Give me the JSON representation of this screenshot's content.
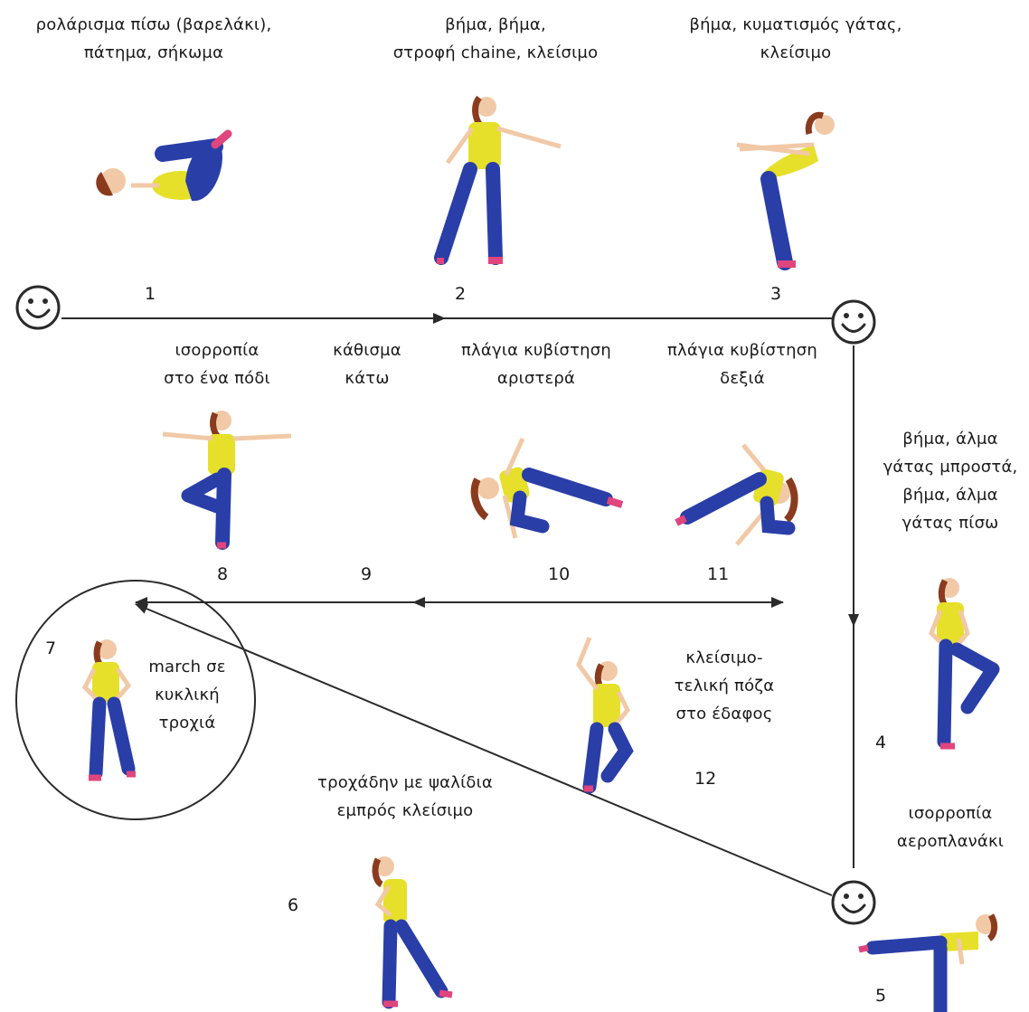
{
  "steps": [
    {
      "number": "1",
      "lines": [
        "ρολάρισμα πίσω (βαρελάκι),",
        "πάτημα, σήκωμα"
      ]
    },
    {
      "number": "2",
      "lines": [
        "βήμα, βήμα,",
        "στροφή chaine, κλείσιμο"
      ]
    },
    {
      "number": "3",
      "lines": [
        "βήμα, κυματισμός γάτας,",
        "κλείσιμο"
      ]
    },
    {
      "number": "4",
      "lines": [
        "βήμα, άλμα",
        "γάτας μπροστά,",
        "βήμα, άλμα",
        "γάτας πίσω"
      ]
    },
    {
      "number": "5",
      "lines": [
        "ισορροπία",
        "αεροπλανάκι"
      ]
    },
    {
      "number": "6",
      "lines": [
        "τροχάδην με ψαλίδια",
        "εμπρός κλείσιμο"
      ]
    },
    {
      "number": "7",
      "lines": [
        "march  σε",
        "κυκλική",
        "τροχιά"
      ]
    },
    {
      "number": "8",
      "lines": [
        "ισορροπία",
        "στο ένα πόδι"
      ]
    },
    {
      "number": "9",
      "lines": [
        "κάθισμα",
        "κάτω"
      ]
    },
    {
      "number": "10",
      "lines": [
        "πλάγια κυβίστηση",
        "αριστερά"
      ]
    },
    {
      "number": "11",
      "lines": [
        "πλάγια κυβίστηση",
        "δεξιά"
      ]
    },
    {
      "number": "12",
      "lines": [
        "κλείσιμο-",
        "τελική πόζα",
        "στο έδαφος"
      ]
    }
  ],
  "icons": [
    "smiley-icon",
    "figure-icon",
    "arrow-icon"
  ],
  "colors": {
    "line": "#2b2b2b",
    "shirt": "#e6e02a",
    "pants": "#2a3ea8",
    "shoes": "#e0457e",
    "skin": "#f1c9a7",
    "hair": "#8a3b1e"
  }
}
